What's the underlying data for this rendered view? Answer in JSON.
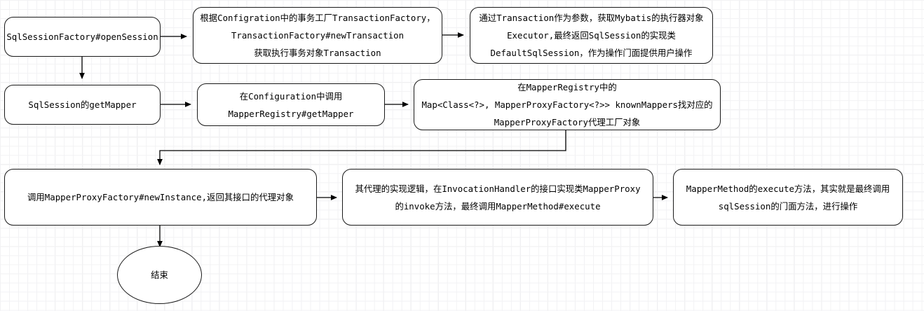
{
  "diagram": {
    "title": "MyBatis SqlSession and Mapper proxy flow",
    "background": "#ffffff",
    "grid_minor_color": "#f2f2f4",
    "grid_major_color": "#dcdcdf",
    "node_border_color": "#1a1a1a",
    "edge_color": "#000000",
    "nodes": [
      {
        "id": "n1",
        "shape": "rounded-rect",
        "label": "SqlSessionFactory#openSession"
      },
      {
        "id": "n2",
        "shape": "rounded-rect",
        "label": "根据Configration中的事务工厂TransactionFactory，\nTransactionFactory#newTransaction\n获取执行事务对象Transaction"
      },
      {
        "id": "n3",
        "shape": "rounded-rect",
        "label": "通过Transaction作为参数，获取Mybatis的执行器对象\nExecutor,最终返回SqlSession的实现类\nDefaultSqlSession，作为操作门面提供用户操作"
      },
      {
        "id": "n4",
        "shape": "rounded-rect",
        "label": "SqlSession的getMapper"
      },
      {
        "id": "n5",
        "shape": "rounded-rect",
        "label": "在Configuration中调用\nMapperRegistry#getMapper"
      },
      {
        "id": "n6",
        "shape": "rounded-rect",
        "label": "在MapperRegistry中的\nMap<Class<?>, MapperProxyFactory<?>> knownMappers找对应的\nMapperProxyFactory代理工厂对象"
      },
      {
        "id": "n7",
        "shape": "rounded-rect",
        "label": "调用MapperProxyFactory#newInstance,返回其接口的代理对象"
      },
      {
        "id": "n8",
        "shape": "rounded-rect",
        "label": "其代理的实现逻辑，在InvocationHandler的接口实现类MapperProxy\n的invoke方法，最终调用MapperMethod#execute"
      },
      {
        "id": "n9",
        "shape": "rounded-rect",
        "label": "MapperMethod的execute方法，其实就是最终调用\nsqlSession的门面方法，进行操作"
      },
      {
        "id": "n10",
        "shape": "ellipse",
        "label": "结束"
      }
    ]
  }
}
